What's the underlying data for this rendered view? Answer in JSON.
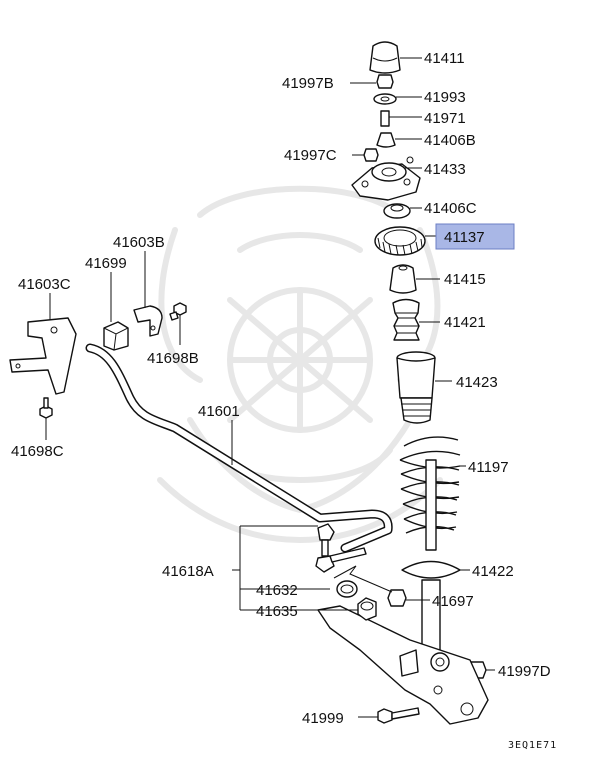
{
  "diagram": {
    "highlight_color": "#a9b7e6",
    "highlighted_part": "41137",
    "diagram_code": "3EQ1E71",
    "labels": {
      "p41411": "41411",
      "p41997b": "41997B",
      "p41993": "41993",
      "p41971": "41971",
      "p41406b": "41406B",
      "p41997c": "41997C",
      "p41433": "41433",
      "p41406c": "41406C",
      "p41137": "41137",
      "p41415": "41415",
      "p41421": "41421",
      "p41423": "41423",
      "p41197": "41197",
      "p41422": "41422",
      "p41697": "41697",
      "p41997d": "41997D",
      "p41999": "41999",
      "p41603b": "41603B",
      "p41699": "41699",
      "p41603c": "41603C",
      "p41698b": "41698B",
      "p41698c": "41698C",
      "p41601": "41601",
      "p41618a": "41618A",
      "p41632": "41632",
      "p41635": "41635"
    }
  }
}
